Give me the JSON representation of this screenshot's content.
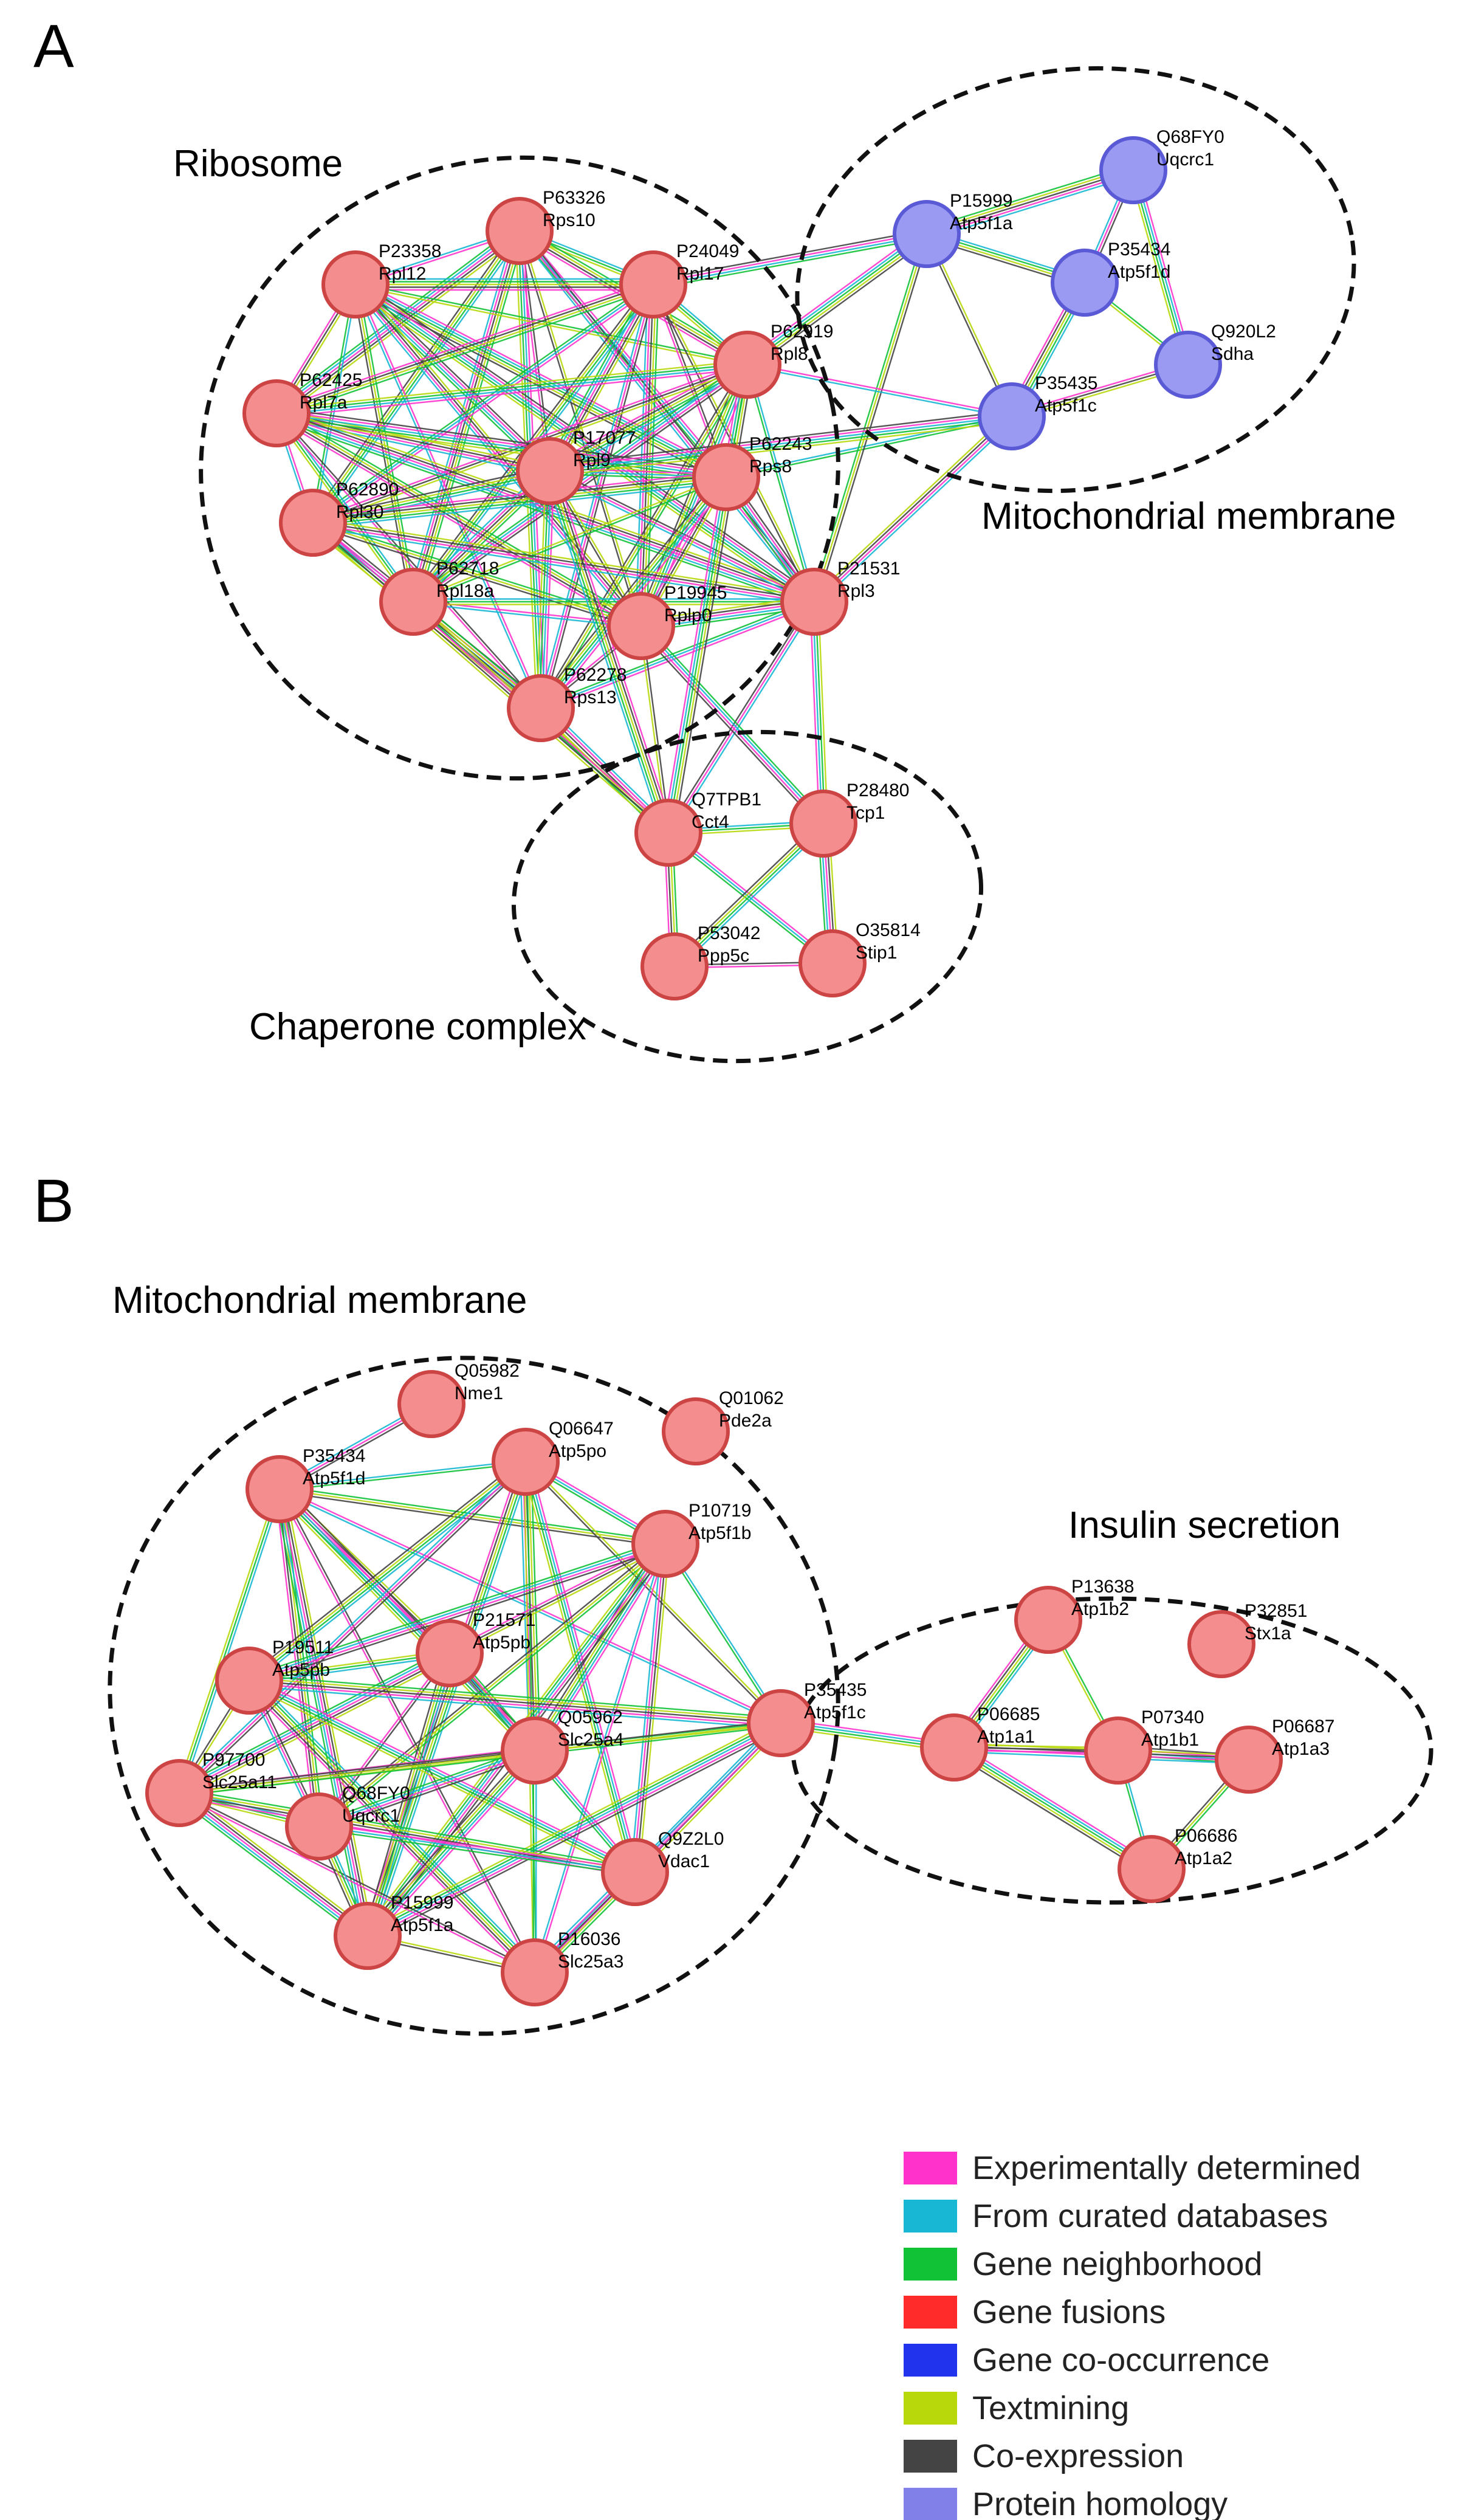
{
  "colors": {
    "experimental": "#ff33cc",
    "database": "#18b7d4",
    "neighborhood": "#11c237",
    "fusion": "#ff2a2a",
    "cooccurrence": "#2233ee",
    "textmining": "#b8d80c",
    "coexpression": "#444444",
    "homology": "#8080e8",
    "node_red_fill": "#f48d8d",
    "node_red_stroke": "#cc4444",
    "node_blue_fill": "#9a9af2",
    "node_blue_stroke": "#5a5ad6"
  },
  "panels": [
    {
      "letter": "A",
      "clusters": [
        "Ribosome",
        "Mitochondrial membrane",
        "Chaperone complex"
      ],
      "nodes": [
        {
          "id": "P63326",
          "gene": "Rps10",
          "color": "red"
        },
        {
          "id": "P23358",
          "gene": "Rpl12",
          "color": "red"
        },
        {
          "id": "P24049",
          "gene": "Rpl17",
          "color": "red"
        },
        {
          "id": "P62919",
          "gene": "Rpl8",
          "color": "red"
        },
        {
          "id": "P62425",
          "gene": "Rpl7a",
          "color": "red"
        },
        {
          "id": "P17077",
          "gene": "Rpl9",
          "color": "red"
        },
        {
          "id": "P62243",
          "gene": "Rps8",
          "color": "red"
        },
        {
          "id": "P62890",
          "gene": "Rpl30",
          "color": "red"
        },
        {
          "id": "P62718",
          "gene": "Rpl18a",
          "color": "red"
        },
        {
          "id": "P19945",
          "gene": "Rplp0",
          "color": "red"
        },
        {
          "id": "P21531",
          "gene": "Rpl3",
          "color": "red"
        },
        {
          "id": "P62278",
          "gene": "Rps13",
          "color": "red"
        },
        {
          "id": "Q7TPB1",
          "gene": "Cct4",
          "color": "red"
        },
        {
          "id": "P28480",
          "gene": "Tcp1",
          "color": "red"
        },
        {
          "id": "P53042",
          "gene": "Ppp5c",
          "color": "red"
        },
        {
          "id": "O35814",
          "gene": "Stip1",
          "color": "red"
        },
        {
          "id": "P15999",
          "gene": "Atp5f1a",
          "color": "blue"
        },
        {
          "id": "Q68FY0",
          "gene": "Uqcrc1",
          "color": "blue"
        },
        {
          "id": "P35434",
          "gene": "Atp5f1d",
          "color": "blue"
        },
        {
          "id": "Q920L2",
          "gene": "Sdha",
          "color": "blue"
        },
        {
          "id": "P35435",
          "gene": "Atp5f1c",
          "color": "blue"
        }
      ]
    },
    {
      "letter": "B",
      "clusters": [
        "Mitochondrial membrane",
        "Insulin secretion"
      ],
      "nodes": [
        {
          "id": "Q05982",
          "gene": "Nme1",
          "color": "red"
        },
        {
          "id": "Q01062",
          "gene": "Pde2a",
          "color": "red"
        },
        {
          "id": "P35434",
          "gene": "Atp5f1d",
          "color": "red"
        },
        {
          "id": "Q06647",
          "gene": "Atp5po",
          "color": "red"
        },
        {
          "id": "P10719",
          "gene": "Atp5f1b",
          "color": "red"
        },
        {
          "id": "P21571",
          "gene": "Atp5pb",
          "color": "red"
        },
        {
          "id": "P19511",
          "gene": "Atp5pb",
          "color": "red"
        },
        {
          "id": "Q05962",
          "gene": "Slc25a4",
          "color": "red"
        },
        {
          "id": "P35435",
          "gene": "Atp5f1c",
          "color": "red"
        },
        {
          "id": "P97700",
          "gene": "Slc25a11",
          "color": "red"
        },
        {
          "id": "Q68FY0",
          "gene": "Uqcrc1",
          "color": "red"
        },
        {
          "id": "Q9Z2L0",
          "gene": "Vdac1",
          "color": "red"
        },
        {
          "id": "P15999",
          "gene": "Atp5f1a",
          "color": "red"
        },
        {
          "id": "P16036",
          "gene": "Slc25a3",
          "color": "red"
        },
        {
          "id": "P13638",
          "gene": "Atp1b2",
          "color": "red"
        },
        {
          "id": "P32851",
          "gene": "Stx1a",
          "color": "red"
        },
        {
          "id": "P06685",
          "gene": "Atp1a1",
          "color": "red"
        },
        {
          "id": "P07340",
          "gene": "Atp1b1",
          "color": "red"
        },
        {
          "id": "P06687",
          "gene": "Atp1a3",
          "color": "red"
        },
        {
          "id": "P06686",
          "gene": "Atp1a2",
          "color": "red"
        }
      ]
    }
  ],
  "legend": [
    {
      "label": "Experimentally determined",
      "color": "#ff33cc"
    },
    {
      "label": "From curated databases",
      "color": "#18b7d4"
    },
    {
      "label": "Gene neighborhood",
      "color": "#11c237"
    },
    {
      "label": "Gene fusions",
      "color": "#ff2a2a"
    },
    {
      "label": "Gene co-occurrence",
      "color": "#2233ee"
    },
    {
      "label": "Textmining",
      "color": "#b8d80c"
    },
    {
      "label": "Co-expression",
      "color": "#444444"
    },
    {
      "label": "Protein homology",
      "color": "#8080e8"
    }
  ]
}
